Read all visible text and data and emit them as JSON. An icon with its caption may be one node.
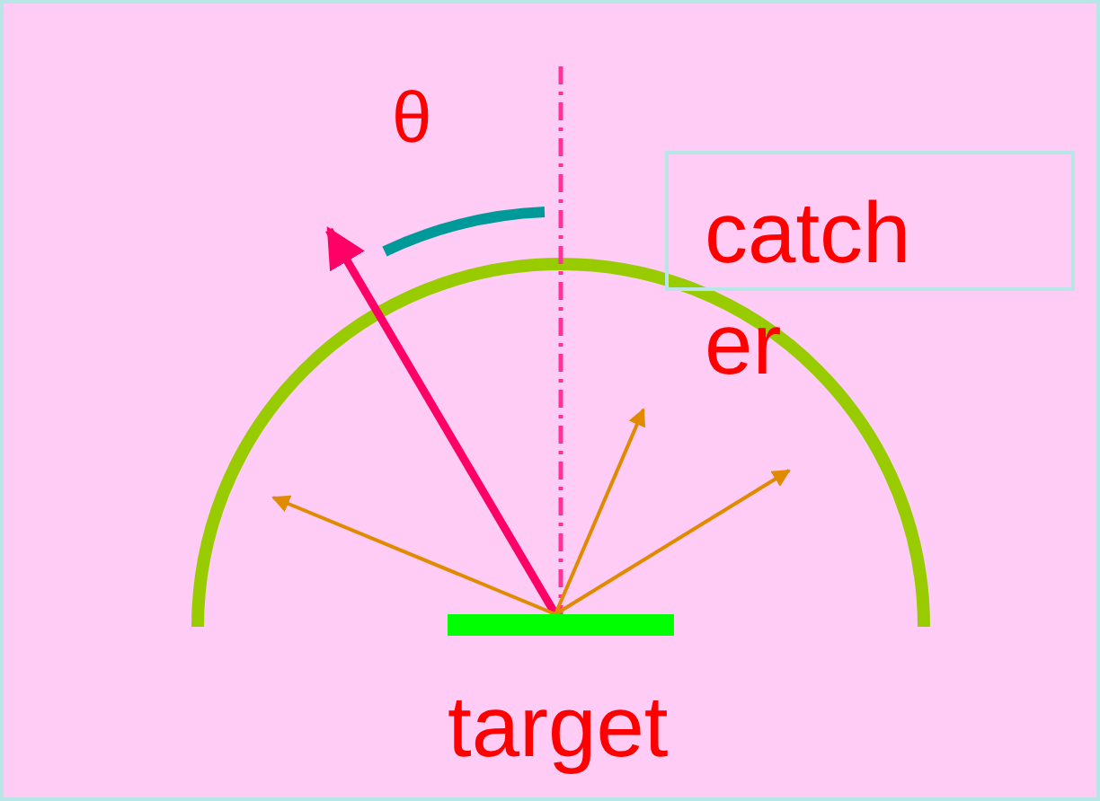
{
  "diagram": {
    "nodes": [
      {
        "text": [
          "catcher"
        ]
      },
      {
        "text": [
          "target"
        ]
      }
    ],
    "edges": [
      {
        "from": 1,
        "to": null,
        "arrow": "to",
        "color": "#ff0066",
        "style": "thick"
      },
      {
        "from": 1,
        "to": null,
        "arrow": "to"
      },
      {
        "from": 1,
        "to": null,
        "arrow": "to"
      },
      {
        "from": 1,
        "to": null,
        "arrow": "to"
      }
    ],
    "labels": [
      "θ"
    ]
  }
}
